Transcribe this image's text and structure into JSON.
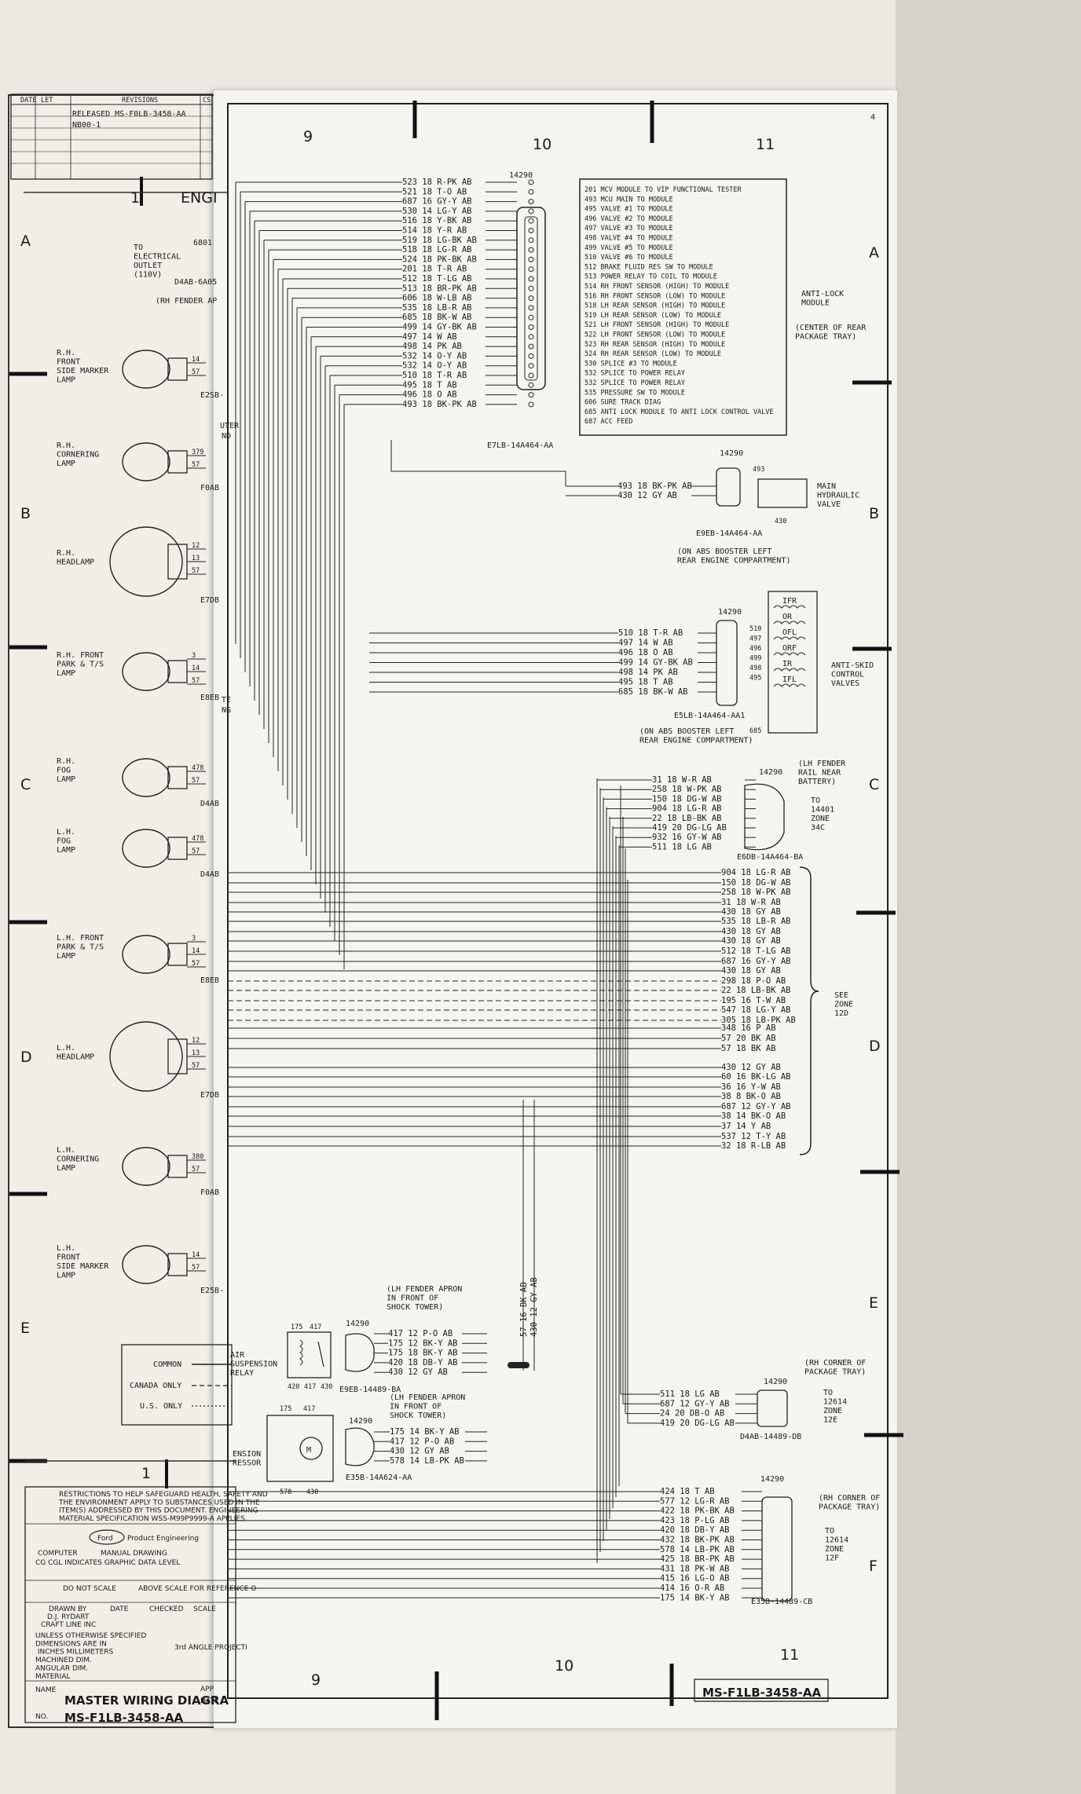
{
  "zones": {
    "top_cols": [
      "1",
      "9",
      "10",
      "11"
    ],
    "bottom_cols": [
      "1",
      "9",
      "10",
      "11"
    ],
    "rows_left": [
      "A",
      "B",
      "C",
      "D",
      "E"
    ],
    "rows_right": [
      "A",
      "B",
      "C",
      "D",
      "E",
      "F"
    ],
    "engine_frag": "ENGI"
  },
  "revision_block": {
    "headers": [
      "DATE",
      "LET",
      "REVISIONS",
      "CS"
    ],
    "handwritten_1": "RELEASED  MS-F0LB-3458-AA",
    "handwritten_2": "NB00-1"
  },
  "left_components": [
    {
      "id": "rh-front-side-marker",
      "label": "R.H.\nFRONT\nSIDE MARKER\nLAMP",
      "pins": [
        "14",
        "57"
      ],
      "code": "E2SB-"
    },
    {
      "id": "rh-cornering",
      "label": "R.H.\nCORNERING\nLAMP",
      "pins": [
        "379",
        "57"
      ],
      "code": "F0AB"
    },
    {
      "id": "rh-headlamp",
      "label": "R.H.\nHEADLAMP",
      "pins": [
        "12",
        "13",
        "57"
      ],
      "code": "E7DB"
    },
    {
      "id": "rh-front-park",
      "label": "R.H. FRONT\nPARK & T/S\nLAMP",
      "pins": [
        "3",
        "14",
        "57"
      ],
      "code": "E8EB"
    },
    {
      "id": "rh-fog",
      "label": "R.H.\nFOG\nLAMP",
      "pins": [
        "478",
        "57"
      ],
      "code": "D4AB"
    },
    {
      "id": "lh-fog",
      "label": "L.H.\nFOG\nLAMP",
      "pins": [
        "478",
        "57"
      ],
      "code": "D4AB"
    },
    {
      "id": "lh-front-park",
      "label": "L.H. FRONT\nPARK & T/S\nLAMP",
      "pins": [
        "3",
        "14",
        "57"
      ],
      "code": "E8EB"
    },
    {
      "id": "lh-headlamp",
      "label": "L.H.\nHEADLAMP",
      "pins": [
        "12",
        "13",
        "57"
      ],
      "code": "E7DB"
    },
    {
      "id": "lh-cornering",
      "label": "L.H.\nCORNERING\nLAMP",
      "pins": [
        "380",
        "57"
      ],
      "code": "F0AB"
    },
    {
      "id": "lh-front-side-marker",
      "label": "L.H.\nFRONT\nSIDE MARKER\nLAMP",
      "pins": [
        "14",
        "57"
      ],
      "code": "E25B-"
    }
  ],
  "electrical_outlet": {
    "label": "TO\nELECTRICAL\nOUTLET\n(110V)",
    "code": "6801",
    "conn": "D4AB-6A05",
    "note": "(RH FENDER AP"
  },
  "partial_labels": [
    "UTER",
    "ND",
    "TE",
    "NG"
  ],
  "legend": {
    "items": [
      "COMMON",
      "CANADA ONLY",
      "U.S. ONLY"
    ]
  },
  "main_connector": {
    "ref": "14290",
    "code": "E7LB-14A464-AA",
    "wires": [
      "523 18 R-PK AB",
      "521 18 T-O AB",
      "687 16 GY-Y AB",
      "530 14 LG-Y AB",
      "516 18 Y-BK AB",
      "514 18 Y-R AB",
      "519 18 LG-BK AB",
      "518 18 LG-R AB",
      "524 18 PK-BK AB",
      "201 18 T-R AB",
      "512 18 T-LG AB",
      "513 18 BR-PK AB",
      "606 18 W-LB AB",
      "535 18 LB-R AB",
      "685 18 BK-W AB",
      "499 14 GY-BK AB",
      "497 14 W AB",
      "498 14 PK AB",
      "532 14 O-Y AB",
      "532 14 O-Y AB",
      "510 18 T-R AB",
      "495 18 T AB",
      "496 18 O AB",
      "493 18 BK-PK AB"
    ]
  },
  "circuit_table": [
    "201   MCV MODULE TO VIP FUNCTIONAL TESTER",
    "493   MCU MAIN TO MODULE",
    "495   VALVE #1 TO MODULE",
    "496   VALVE #2 TO MODULE",
    "497   VALVE #3 TO MODULE",
    "498   VALVE #4 TO MODULE",
    "499   VALVE #5 TO MODULE",
    "510   VALVE #6 TO MODULE",
    "512   BRAKE FLUID RES SW TO MODULE",
    "513   POWER RELAY TO COIL TO MODULE",
    "514   RH FRONT SENSOR (HIGH) TO MODULE",
    "516   RH FRONT SENSOR (LOW) TO MODULE",
    "518   LH REAR SENSOR (HIGH) TO MODULE",
    "519   LH REAR SENSOR (LOW) TO MODULE",
    "521   LH FRONT SENSOR (HIGH) TO MODULE",
    "522   LH FRONT SENSOR (LOW) TO MODULE",
    "523   RH REAR SENSOR (HIGH) TO MODULE",
    "524   RH REAR SENSOR (LOW) TO MODULE",
    "530   SPLICE #3 TO MODULE",
    "532   SPLICE TO POWER RELAY",
    "532   SPLICE TO POWER RELAY",
    "535   PRESSURE SW TO MODULE",
    "606   SURE TRACK DIAG",
    "685   ANTI LOCK MODULE TO ANTI LOCK CONTROL VALVE",
    "687   ACC FEED"
  ],
  "antilock": {
    "title": "ANTI-LOCK\nMODULE",
    "note": "(CENTER OF REAR\nPACKAGE TRAY)"
  },
  "hydraulic": {
    "ref": "14290",
    "wires": [
      "493 18 BK-PK AB",
      "430 12 GY AB"
    ],
    "pins": [
      "493",
      "430"
    ],
    "code": "E9EB-14A464-AA",
    "note": "(ON ABS BOOSTER LEFT\nREAR ENGINE COMPARTMENT)",
    "label": "MAIN\nHYDRAULIC\nVALVE"
  },
  "antiskid": {
    "ref": "14290",
    "wires": [
      "510 18 T-R AB",
      "497 14 W AB",
      "496 18 O AB",
      "499 14 GY-BK AB",
      "498 14 PK AB",
      "495 18 T AB",
      "685 18 BK-W AB"
    ],
    "pins": [
      "510",
      "497",
      "496",
      "499",
      "498",
      "495",
      "685"
    ],
    "coils": [
      "IFR",
      "OR",
      "OFL",
      "ORF",
      "IR",
      "IFL"
    ],
    "code": "E5LB-14A464-AA1",
    "note": "(ON ABS BOOSTER LEFT\nREAR ENGINE COMPARTMENT)",
    "label": "ANTI-SKID\nCONTROL\nVALVES"
  },
  "conn_14401": {
    "ref": "14290",
    "wires": [
      "31 18 W-R AB",
      "258 18 W-PK AB",
      "150 18 DG-W AB",
      "904 18 LG-R AB",
      "22 18 LB-BK AB",
      "419 20 DG-LG AB",
      "932 16 GY-W AB",
      "511 18 LG AB"
    ],
    "code": "E6DB-14A464-BA",
    "note": "(LH FENDER\nRAIL NEAR\nBATTERY)",
    "to": "TO\n14401\nZONE\n34C"
  },
  "zone12d": {
    "wires": [
      "904 18 LG-R AB",
      "150 18 DG-W AB",
      "258 18 W-PK AB",
      "31 18 W-R AB",
      "430 18 GY AB",
      "535 18 LB-R AB",
      "430 18 GY AB",
      "430 18 GY AB",
      "512 18 T-LG AB",
      "687 16 GY-Y AB",
      "430 18 GY AB",
      "298 18 P-O AB",
      "22 18 LB-BK AB",
      "195 16 T-W AB",
      "547 18 LG-Y AB",
      "305 18 LB-PK AB",
      "348 16 P AB",
      "57 20 BK AB",
      "57 18 BK AB",
      "430 12 GY AB",
      "60 16 BK-LG AB",
      "36 16 Y-W AB",
      "38 8 BK-O AB",
      "687 12 GY-Y AB",
      "38 14 BK-O AB",
      "37 14 Y AB",
      "537 12 T-Y AB",
      "32 18 R-LB AB"
    ],
    "label": "SEE\nZONE\n12D"
  },
  "vert_labels": [
    "57 16 BK AB",
    "430 12 GY AB"
  ],
  "relay": {
    "ref": "14290",
    "pins_top": [
      "175",
      "417"
    ],
    "pins_bottom": [
      "420",
      "417",
      "430"
    ],
    "wires": [
      "417 12 P-O AB",
      "175 12 BK-Y AB",
      "175 18 BK-Y AB",
      "420 18 DB-Y AB",
      "430 12 GY AB"
    ],
    "code": "E9EB-14489-BA",
    "note": "(LH FENDER APRON\nIN FRONT OF\nSHOCK TOWER)",
    "label": "AIR\nSUSPENSION\nRELAY"
  },
  "compressor": {
    "ref": "14290",
    "pins_top": [
      "175",
      "417"
    ],
    "pins_bottom": [
      "578",
      "430"
    ],
    "wires": [
      "175 14 BK-Y AB",
      "417 12 P-O AB",
      "430 12 GY AB",
      "578 14 LB-PK AB"
    ],
    "code": "E35B-14A624-AA",
    "note": "(LH FENDER APRON\nIN FRONT OF\nSHOCK TOWER)",
    "label": "ENSION\nRESSOR",
    "motor": "M"
  },
  "conn_12614": {
    "ref": "14290",
    "wires": [
      "511 18 LG AB",
      "687 12 GY-Y AB",
      "24 20 DB-O AB",
      "419 20 DG-LG AB"
    ],
    "code": "D4AB-14489-DB",
    "note": "(RH CORNER OF\nPACKAGE TRAY)",
    "to": "TO\n12614\nZONE\n12E"
  },
  "conn_12614f": {
    "ref": "14290",
    "wires": [
      "424 18 T AB",
      "577 12 LG-R AB",
      "422 18 PK-BK AB",
      "423 18 P-LG AB",
      "420 18 DB-Y AB",
      "432 18 BK-PK AB",
      "578 14 LB-PK AB",
      "425 18 BR-PK AB",
      "431 18 PK-W AB",
      "415 16 LG-O AB",
      "414 16 O-R AB",
      "175 14 BK-Y AB"
    ],
    "code": "E35B-14489-CB",
    "note": "(RH CORNER OF\nPACKAGE TRAY)",
    "to": "TO\n12614\nZONE\n12F"
  },
  "title_block": {
    "restrictions": "RESTRICTIONS TO HELP SAFEGUARD HEALTH, SAFETY AND\nTHE ENVIRONMENT APPLY TO SUBSTANCES USED IN THE\nITEM(S) ADDRESSED BY THIS DOCUMENT. ENGINEERING\nMATERIAL SPECIFICATION WSS-M99P9999-A APPLIES.",
    "ford": "Ford",
    "dept": "Product Engineering",
    "computer": "COMPUTER",
    "manual": "MANUAL DRAWING",
    "cg": "CG CGL INDICATES GRAPHIC DATA LEVEL",
    "donot": "DO NOT SCALE",
    "above": "ABOVE SCALE FOR REFERENCE O",
    "drawn": "DRAWN BY",
    "drawn_val": "D.J. RYDART",
    "date": "DATE",
    "checked": "CHECKED",
    "scale": "SCALE",
    "craft": "CRAFT LINE INC",
    "unless": "UNLESS OTHERWISE SPECIFIED\nDIMENSIONS ARE IN\n  INCHES    MILLIMETERS\nMACHINED DIM.\nANGULAR DIM.\nMATERIAL",
    "angle": "3rd ANGLE PROJECTI",
    "name_lbl": "NAME",
    "no_lbl": "NO.",
    "name": "MASTER WIRING DIAGRA",
    "number": "MS-F1LB-3458-AA",
    "app": "APP",
    "date2": "DATE"
  },
  "drawing_number": "MS-F1LB-3458-AA",
  "corner_mark": "4"
}
